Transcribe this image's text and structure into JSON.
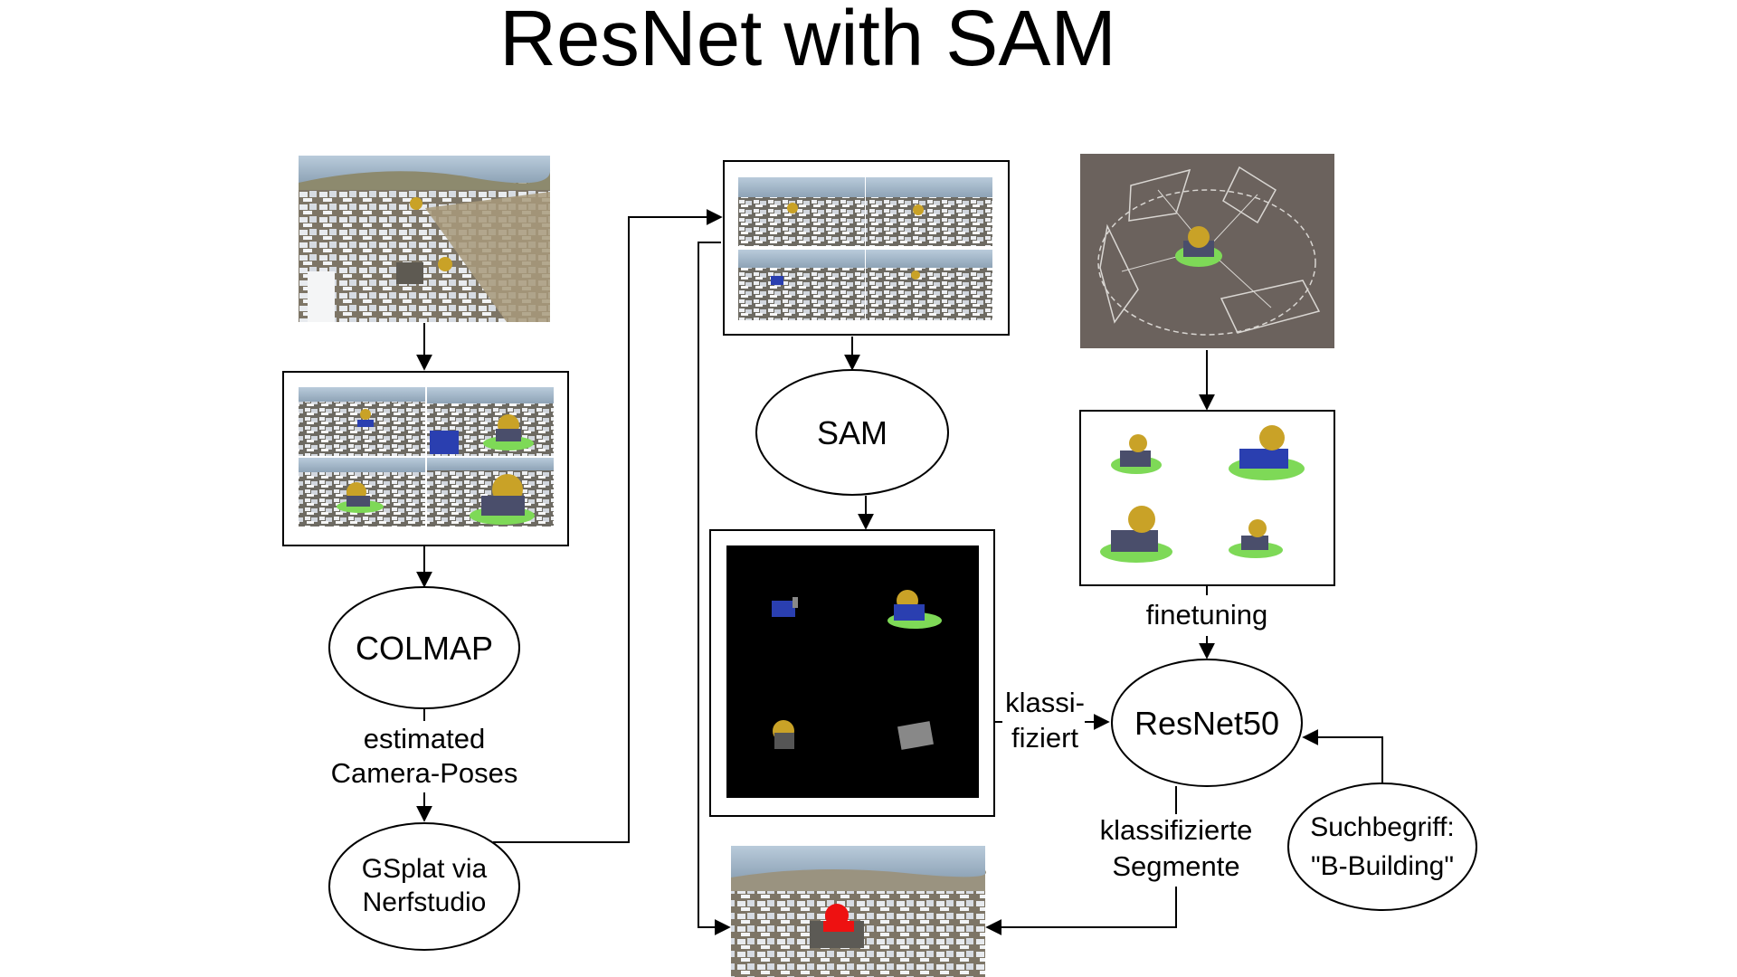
{
  "title": "ResNet with SAM",
  "nodes": {
    "colmap": "COLMAP",
    "gsplat_line1": "GSplat via",
    "gsplat_line2": "Nerfstudio",
    "sam": "SAM",
    "resnet": "ResNet50",
    "search_line1": "Suchbegriff:",
    "search_line2": "\"B-Building\""
  },
  "edge_labels": {
    "camera_poses_line1": "estimated",
    "camera_poses_line2": "Camera-Poses",
    "classified_line1": "klassi-",
    "classified_line2": "fiziert",
    "finetuning": "finetuning",
    "segments_line1": "klassifizierte",
    "segments_line2": "Segmente"
  },
  "images": {
    "city_aerial": "city-aerial-image",
    "rendered_views": "rendered-views-grid",
    "gsplat_views": "gsplat-render-views",
    "camera_rig": "synthetic-camera-rig",
    "building_variants": "building-training-images",
    "sam_segments": "sam-segment-masks",
    "result": "highlighted-result-image"
  },
  "colors": {
    "sky": "#9fb4c7",
    "ground": "#8a7f6a",
    "building": "#e6e9ee",
    "dome": "#c9a227",
    "roof_blue": "#2a3fb0",
    "grass": "#7ed957",
    "rig_bg": "#6b625d",
    "highlight": "#e11"
  }
}
